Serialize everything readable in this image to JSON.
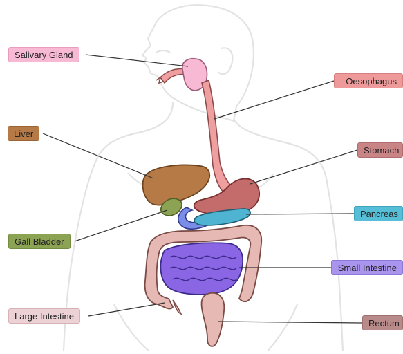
{
  "labels": {
    "salivary_gland": "Salivary Gland",
    "liver": "Liver",
    "gall_bladder": "Gall Bladder",
    "large_intestine": "Large Intestine",
    "oesophagus": "Oesophagus",
    "stomach": "Stomach",
    "pancreas": "Pancreas",
    "small_intestine": "Small Intestine",
    "rectum": "Rectum"
  },
  "colors": {
    "salivary_gland": "#f7b9d4",
    "liver": "#b57a45",
    "gall_bladder": "#8ca354",
    "large_intestine": "#ecd2d4",
    "oesophagus": "#ee9a9a",
    "stomach": "#c98486",
    "pancreas": "#56bfd7",
    "small_intestine": "#a995ee",
    "rectum": "#b98a8a",
    "body_outline": "#e6e6e6"
  }
}
